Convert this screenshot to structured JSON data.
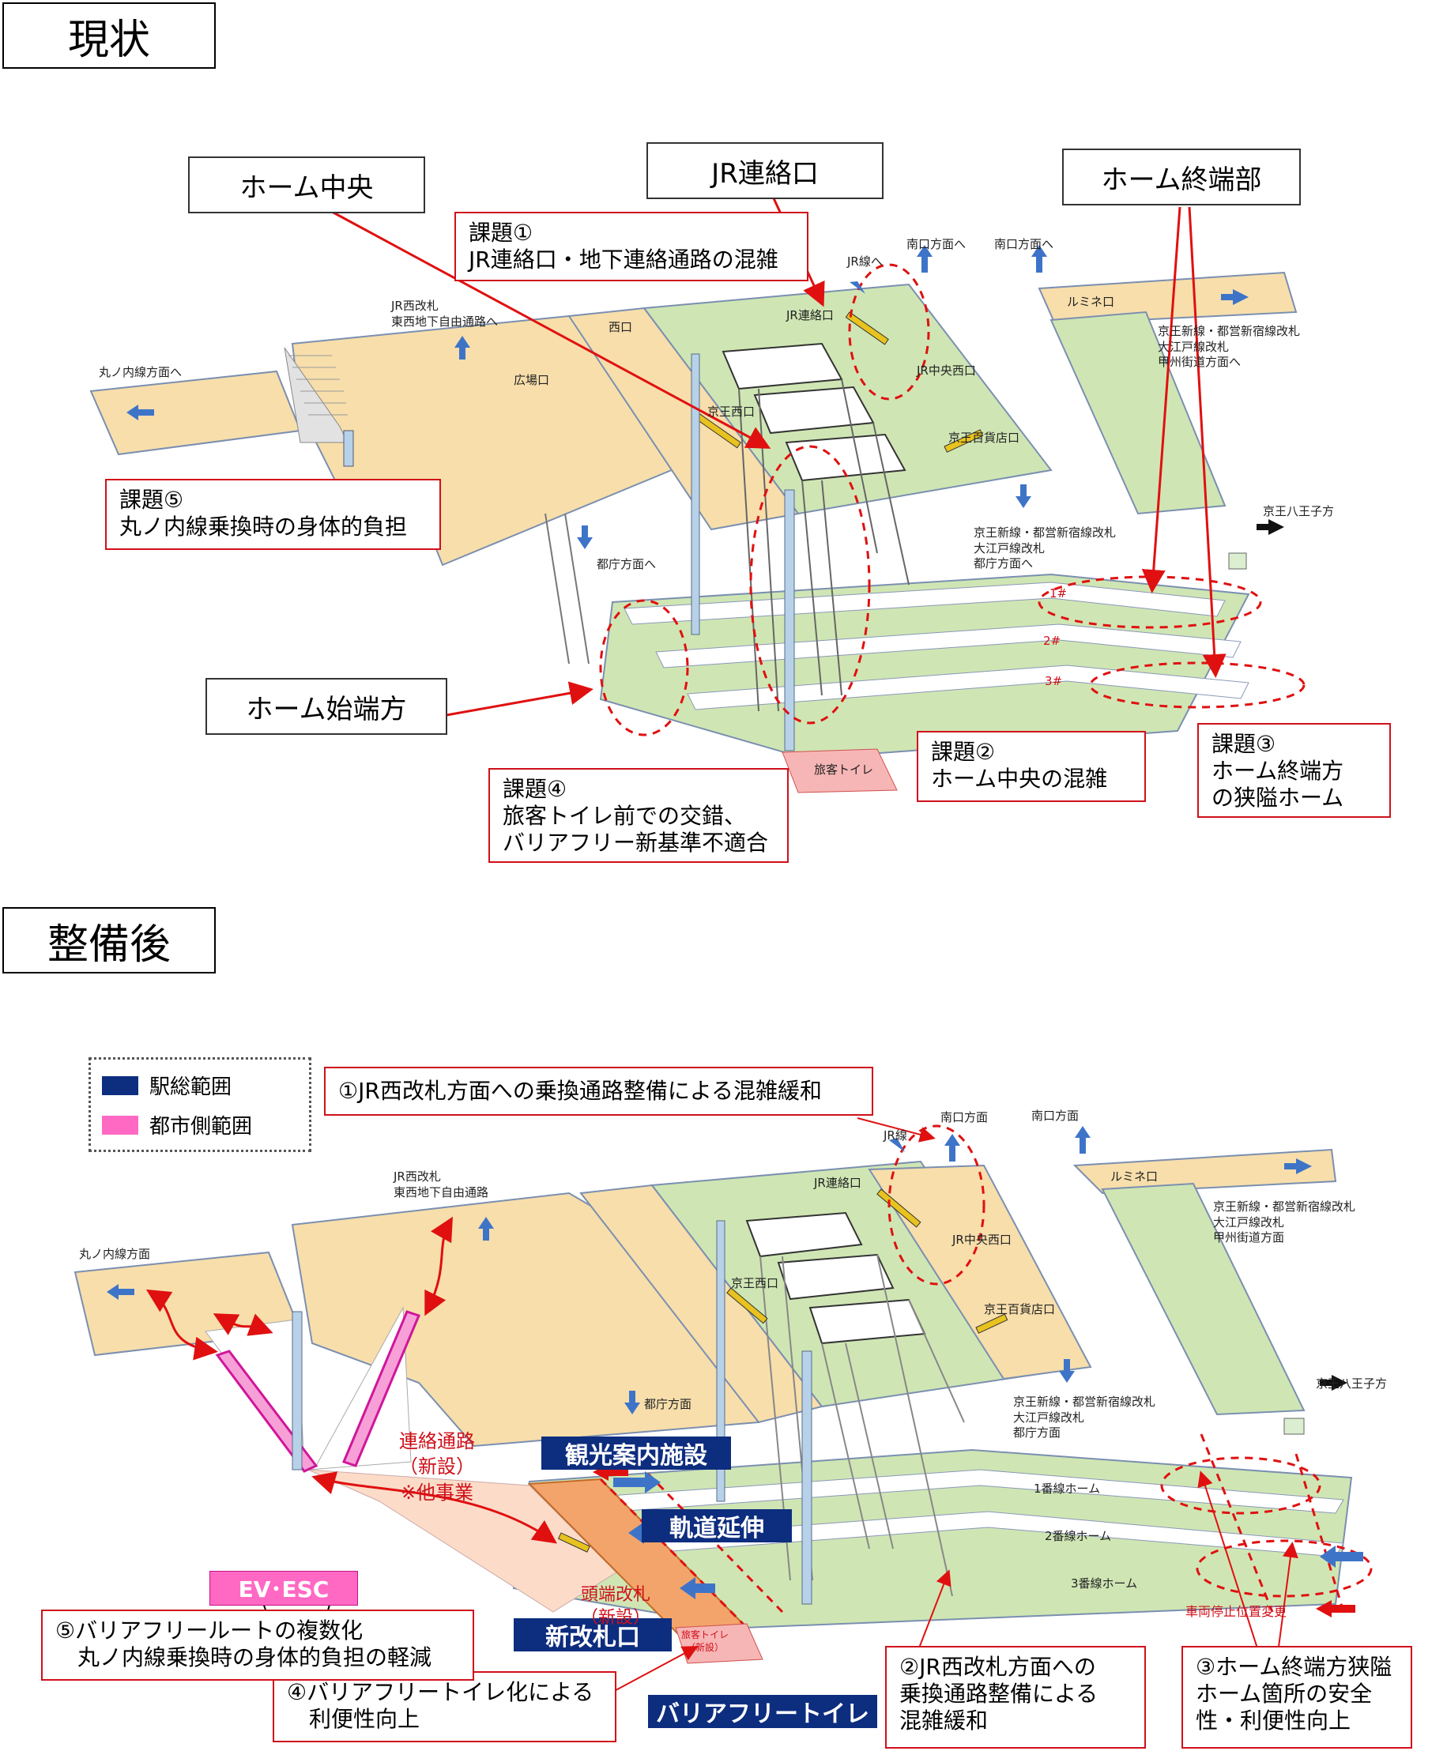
{
  "headers": {
    "current": "現状",
    "after": "整備後"
  },
  "current": {
    "callouts": {
      "center": "ホーム中央",
      "jr": "JR連絡口",
      "end": "ホーム終端部",
      "start": "ホーム始端方"
    },
    "issues": {
      "i1": {
        "l1": "課題①",
        "l2": "JR連絡口・地下連絡通路の混雑"
      },
      "i2": {
        "l1": "課題②",
        "l2": "ホーム中央の混雑"
      },
      "i3": {
        "l1": "課題③",
        "l2": "ホーム終端方",
        "l3": "の狭隘ホーム"
      },
      "i4": {
        "l1": "課題④",
        "l2": "旅客トイレ前での交錯、",
        "l3": "バリアフリー新基準不適合"
      },
      "i5": {
        "l1": "課題⑤",
        "l2": "丸ノ内線乗換時の身体的負担"
      }
    },
    "labels": {
      "jr_west": "JR西改札",
      "free_pass": "東西地下自由通路へ",
      "marunouchi": "丸ノ内線方面へ",
      "plaza": "広場口",
      "jr_line": "JR線へ",
      "south1": "南口方面へ",
      "south2": "南口方面へ",
      "lumine": "ルミネ口",
      "keio_new1": "京王新線・都営新宿線改札",
      "oedo1": "大江戸線改札",
      "koshu1": "甲州街道方面へ",
      "keio_new2": "京王新線・都営新宿線改札",
      "oedo2": "大江戸線改札",
      "tocho2": "都庁方面へ",
      "tocho": "都庁方面へ",
      "hachioji": "京王八王子方",
      "jr_conn": "JR連絡口",
      "jr_center": "JR中央西口",
      "dept": "京王百貨店口",
      "west": "西口",
      "keio_west": "京王西口",
      "toilet": "旅客トイレ",
      "t1": "1#",
      "t2": "2#",
      "t3": "3#"
    }
  },
  "after": {
    "legend": {
      "station": "駅総範囲",
      "city": "都市側範囲",
      "station_color": "#0d2d7f",
      "city_color": "#ff69c4"
    },
    "notes": {
      "n1": "①JR西改札方面への乗換通路整備による混雑緩和",
      "n2": {
        "l1": "②JR西改札方面への",
        "l2": "乗換通路整備による",
        "l3": "混雑緩和"
      },
      "n3": {
        "l1": "③ホーム終端方狭隘",
        "l2": "ホーム箇所の安全",
        "l3": "性・利便性向上"
      },
      "n4": {
        "l1": "④バリアフリートイレ化による",
        "l2": "利便性向上"
      },
      "n5": {
        "l1": "⑤バリアフリールートの複数化",
        "l2": "丸ノ内線乗換時の身体的負担の軽減"
      }
    },
    "badges": {
      "tourist": "観光案内施設",
      "track": "軌道延伸",
      "gate": "新改札口",
      "bf_toilet": "バリアフリートイレ",
      "ev": "EV･ESC"
    },
    "labels": {
      "jr_west": "JR西改札",
      "free_pass": "東西地下自由通路",
      "marunouchi": "丸ノ内線方面",
      "jr_line": "JR線",
      "south1": "南口方面",
      "south2": "南口方面",
      "lumine": "ルミネ口",
      "keio_new1": "京王新線・都営新宿線改札",
      "oedo1": "大江戸線改札",
      "koshu1": "甲州街道方面",
      "keio_new2": "京王新線・都営新宿線改札",
      "oedo2": "大江戸線改札",
      "tocho2": "都庁方面",
      "tocho": "都庁方面",
      "hachioji": "京王八王子方",
      "jr_conn": "JR連絡口",
      "jr_center": "JR中央西口",
      "keio_west": "京王西口",
      "dept": "京王百貨店口",
      "p1": "1番線ホーム",
      "p2": "2番線ホーム",
      "p3": "3番線ホーム",
      "conn1": "連絡通路",
      "conn2": "（新設）",
      "conn3": "※他事業",
      "head1": "頭端改札",
      "head2": "（新設）",
      "toilet1": "旅客トイレ",
      "toilet2": "（新設）",
      "stop": "車両停止位置変更"
    }
  }
}
